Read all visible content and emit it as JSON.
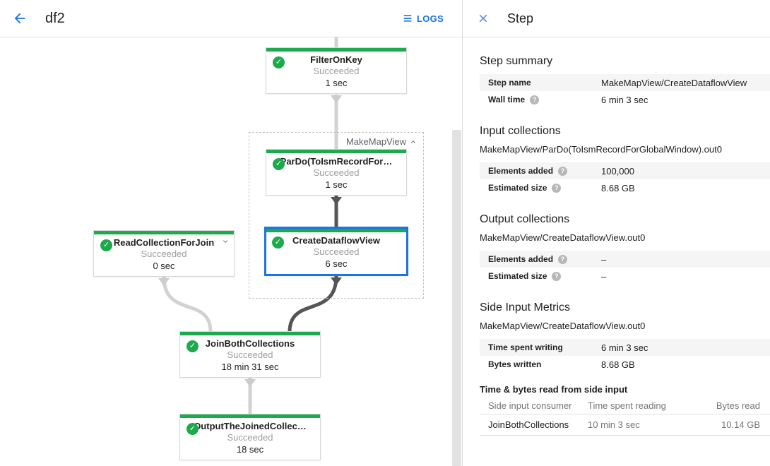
{
  "colors": {
    "green": "#1daa4c",
    "blue": "#1a73e8",
    "selected_border": "#1a73e8",
    "edge_light": "#d2d2d2",
    "edge_dark": "#555555"
  },
  "topbar": {
    "title": "df2",
    "logs_label": "LOGS"
  },
  "graph": {
    "group_label": "MakeMapView",
    "nodes": [
      {
        "title": "FilterOnKey",
        "status": "Succeeded",
        "time": "1 sec"
      },
      {
        "title": "ParDo(ToIsmRecordFor…",
        "status": "Succeeded",
        "time": "1 sec"
      },
      {
        "title": "CreateDataflowView",
        "status": "Succeeded",
        "time": "6 sec"
      },
      {
        "title": "ReadCollectionForJoin",
        "status": "Succeeded",
        "time": "0 sec"
      },
      {
        "title": "JoinBothCollections",
        "status": "Succeeded",
        "time": "18 min 31 sec"
      },
      {
        "title": "OutputTheJoinedCollec…",
        "status": "Succeeded",
        "time": "18 sec"
      }
    ],
    "check_glyph": "✓"
  },
  "panel": {
    "title": "Step",
    "step_summary": {
      "heading": "Step summary",
      "rows": [
        {
          "label": "Step name",
          "value": "MakeMapView/CreateDataflowView"
        },
        {
          "label": "Wall time",
          "value": "6 min 3 sec"
        }
      ]
    },
    "input_collections": {
      "heading": "Input collections",
      "collection": "MakeMapView/ParDo(ToIsmRecordForGlobalWindow).out0",
      "rows": [
        {
          "label": "Elements added",
          "value": "100,000"
        },
        {
          "label": "Estimated size",
          "value": "8.68 GB"
        }
      ]
    },
    "output_collections": {
      "heading": "Output collections",
      "collection": "MakeMapView/CreateDataflowView.out0",
      "rows": [
        {
          "label": "Elements added",
          "value": "–"
        },
        {
          "label": "Estimated size",
          "value": "–"
        }
      ]
    },
    "side_input_metrics": {
      "heading": "Side Input Metrics",
      "collection": "MakeMapView/CreateDataflowView.out0",
      "rows": [
        {
          "label": "Time spent writing",
          "value": "6 min 3 sec"
        },
        {
          "label": "Bytes written",
          "value": "8.68 GB"
        }
      ],
      "table": {
        "heading": "Time & bytes read from side input",
        "columns": [
          "Side input consumer",
          "Time spent reading",
          "Bytes read"
        ],
        "rows": [
          {
            "consumer": "JoinBothCollections",
            "time": "10 min 3 sec",
            "bytes": "10.14 GB"
          }
        ]
      }
    },
    "help_glyph": "?"
  }
}
